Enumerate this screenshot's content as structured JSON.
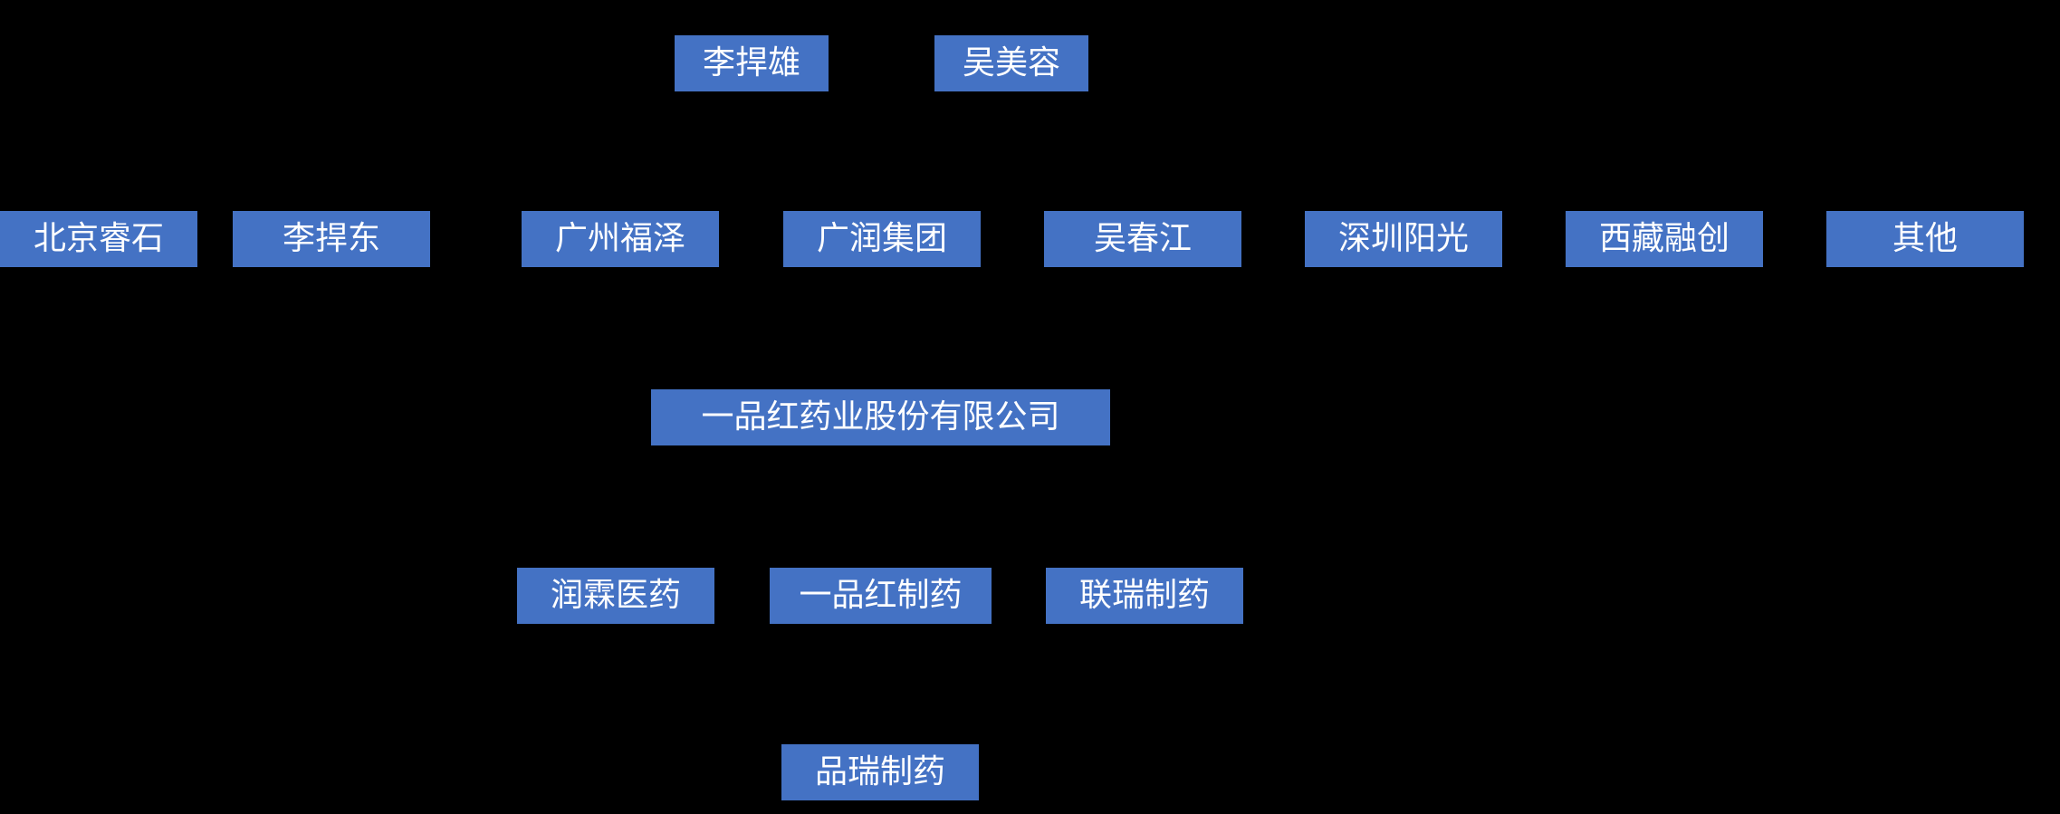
{
  "diagram": {
    "nodes": {
      "li_hanxiong": "李捍雄",
      "wu_meirong": "吴美容",
      "beijing_ruishi": "北京睿石",
      "li_handong": "李捍东",
      "guangzhou_fuze": "广州福泽",
      "guangrun_group": "广润集团",
      "wu_chunjiang": "吴春江",
      "shenzhen_yangguang": "深圳阳光",
      "xizang_rongchuang": "西藏融创",
      "qita": "其他",
      "yipinhong_company": "一品红药业股份有限公司",
      "runlin_yiyao": "润霖医药",
      "yipinhong_zhiyao": "一品红制药",
      "lianrui_zhiyao": "联瑞制药",
      "pinrui_zhiyao": "品瑞制药"
    },
    "colors": {
      "background": "#000000",
      "node_fill": "#4472C4",
      "node_text": "#FFFFFF"
    }
  }
}
